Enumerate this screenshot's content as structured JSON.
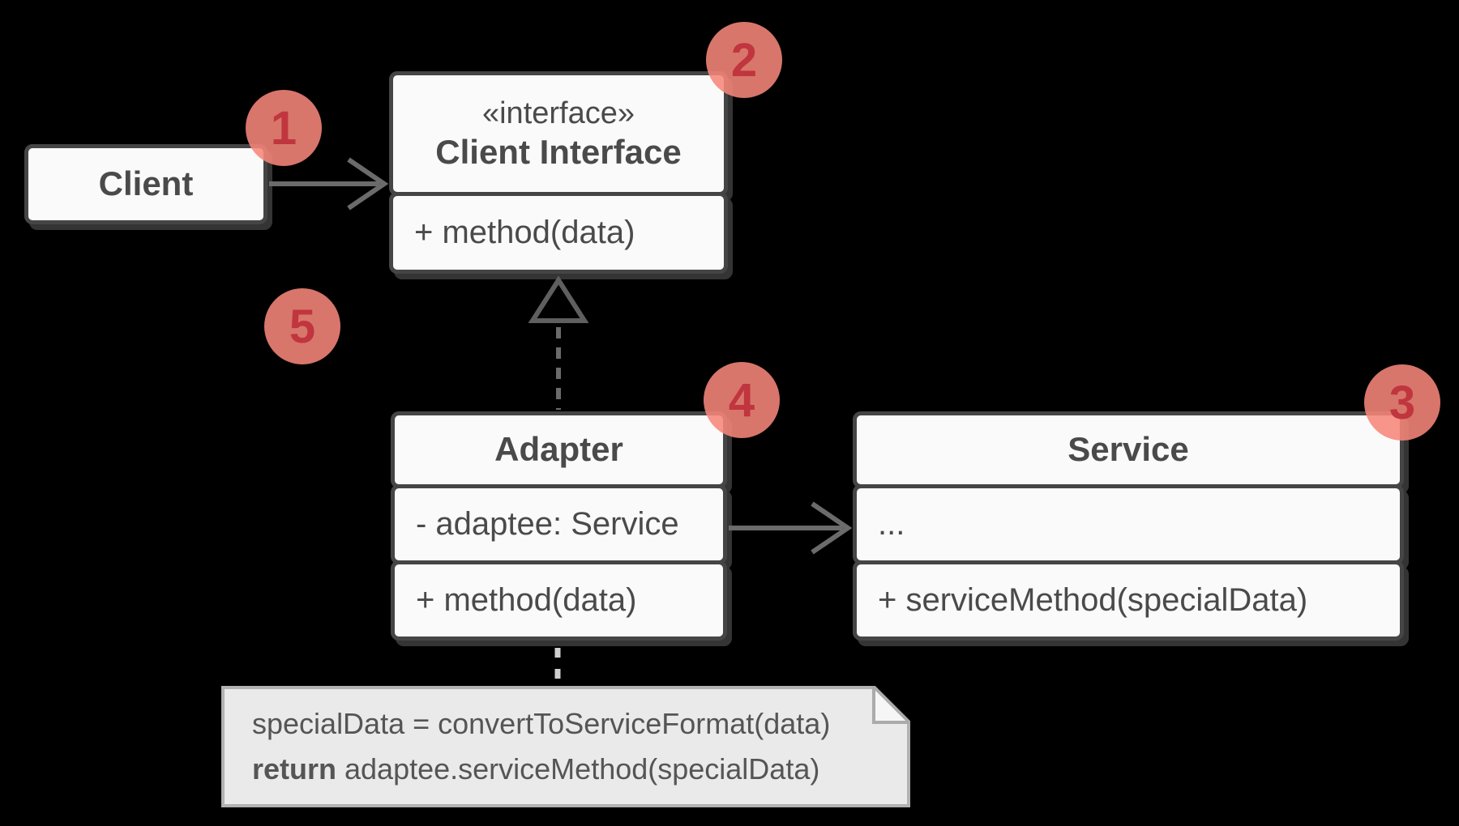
{
  "colors": {
    "background": "#000000",
    "box_fill": "#fafafa",
    "box_border": "#454545",
    "text": "#4a4a4a",
    "arrow": "#6b6b6b",
    "realization_dash": "#6b6b6b",
    "note_connector_dash": "#cfcfcf",
    "note_fill": "#eaeaea",
    "note_border": "#b2b2b2",
    "badge_fill": "#f6867a",
    "badge_number": "#c0353e"
  },
  "classes": {
    "client": {
      "name": "Client"
    },
    "client_interface": {
      "stereotype": "«interface»",
      "name": "Client Interface",
      "methods": [
        "+ method(data)"
      ]
    },
    "adapter": {
      "name": "Adapter",
      "fields": [
        "- adaptee: Service"
      ],
      "methods": [
        "+ method(data)"
      ]
    },
    "service": {
      "name": "Service",
      "fields": [
        "..."
      ],
      "methods": [
        "+ serviceMethod(specialData)"
      ]
    }
  },
  "relations": {
    "client_to_interface": "association-arrow",
    "adapter_to_interface": "realization-dashed-hollow-triangle",
    "adapter_to_service": "association-arrow",
    "adapter_to_note": "dashed-note-connector"
  },
  "note": {
    "line1": "specialData = convertToServiceFormat(data)",
    "line2_keyword": "return",
    "line2_rest": " adaptee.serviceMethod(specialData)"
  },
  "badges": [
    "1",
    "2",
    "3",
    "4",
    "5"
  ]
}
